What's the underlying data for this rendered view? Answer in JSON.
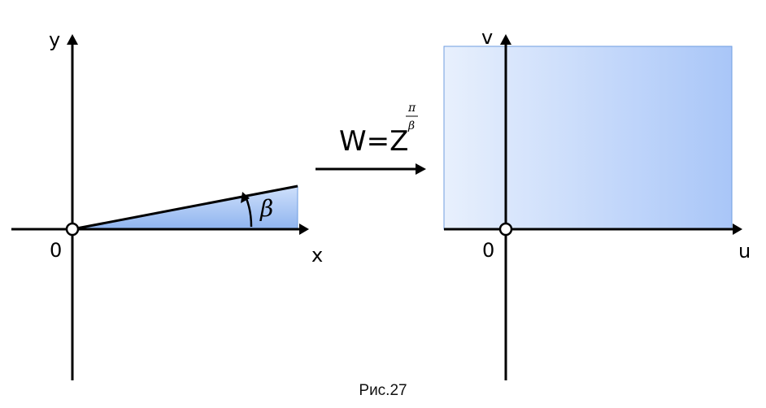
{
  "left_plot": {
    "y_axis_label": "y",
    "x_axis_label": "x",
    "origin_label": "0",
    "angle_label": "β"
  },
  "mapping": {
    "lhs": "W=Z",
    "exp_numerator": "π",
    "exp_denominator": "β"
  },
  "right_plot": {
    "v_axis_label": "v",
    "u_axis_label": "u",
    "origin_label": "0"
  },
  "caption": "Рис.27",
  "colors": {
    "region_fill_light": "#e8f0fd",
    "region_fill_dark": "#a9c6f8",
    "region_stroke": "#6f9ee0",
    "axis": "#000000"
  }
}
